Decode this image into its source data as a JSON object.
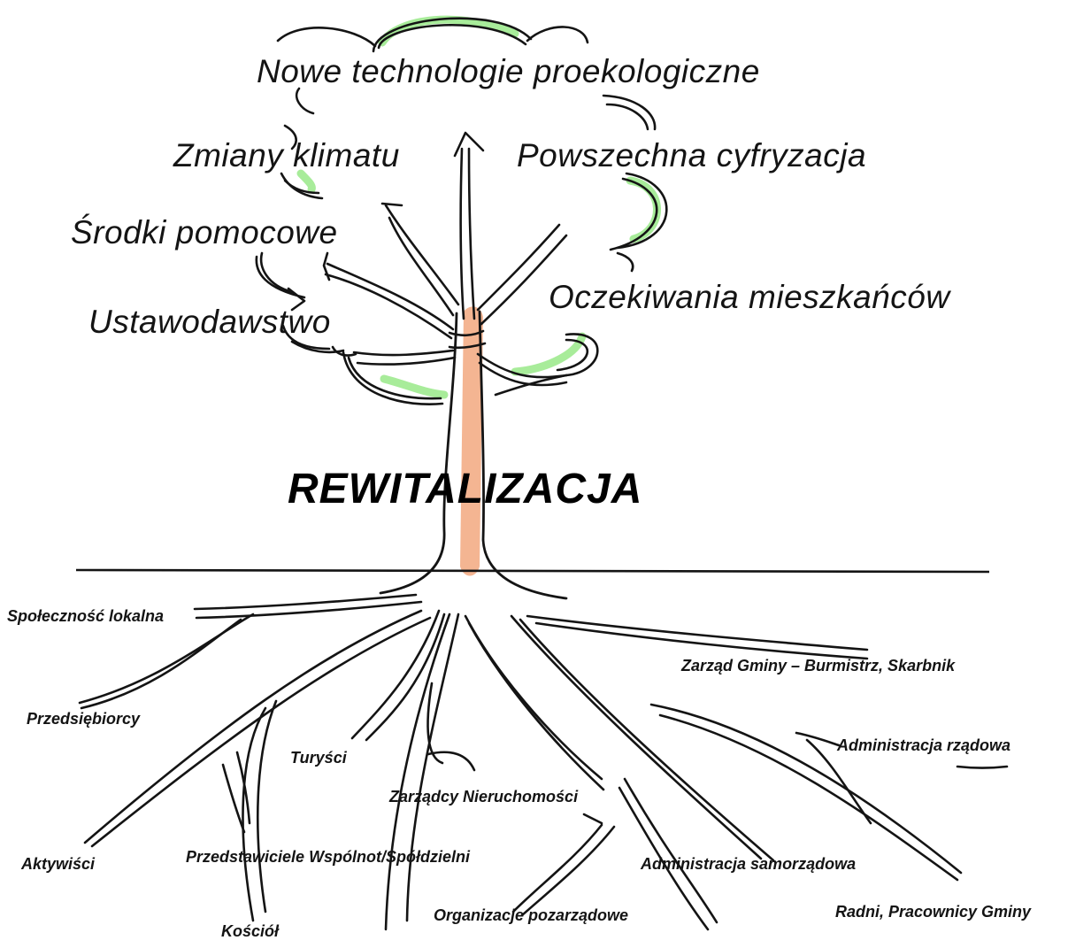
{
  "title": "REWITALIZACJA",
  "crown_labels": {
    "nowe_technologie": "Nowe technologie proekologiczne",
    "zmiany_klimatu": "Zmiany klimatu",
    "powszechna_cyfryzacja": "Powszechna cyfryzacja",
    "srodki_pomocowe": "Środki pomocowe",
    "oczekiwania_mieszkancow": "Oczekiwania mieszkańców",
    "ustawodawstwo": "Ustawodawstwo"
  },
  "root_labels": {
    "spolecznosc_lokalna": "Społeczność lokalna",
    "przedsiebiorcy": "Przedsiębiorcy",
    "zarzad_gminy": "Zarząd Gminy – Burmistrz, Skarbnik",
    "administracja_rzadowa": "Administracja rządowa",
    "turysci": "Turyści",
    "zarzadcy_nieruchomosci": "Zarządcy Nieruchomości",
    "aktywisci": "Aktywiści",
    "przedstawiciele": "Przedstawiciele Wspólnot/Spółdzielni",
    "administracja_samorzadowa": "Administracja samorządowa",
    "kosciol": "Kościół",
    "organizacje_pozarzadowe": "Organizacje pozarządowe",
    "radni": "Radni, Pracownicy Gminy"
  },
  "colors": {
    "ink": "#141414",
    "leaf_highlight": "#a8ec9a",
    "trunk_fill": "#f4b592",
    "background": "#ffffff"
  }
}
